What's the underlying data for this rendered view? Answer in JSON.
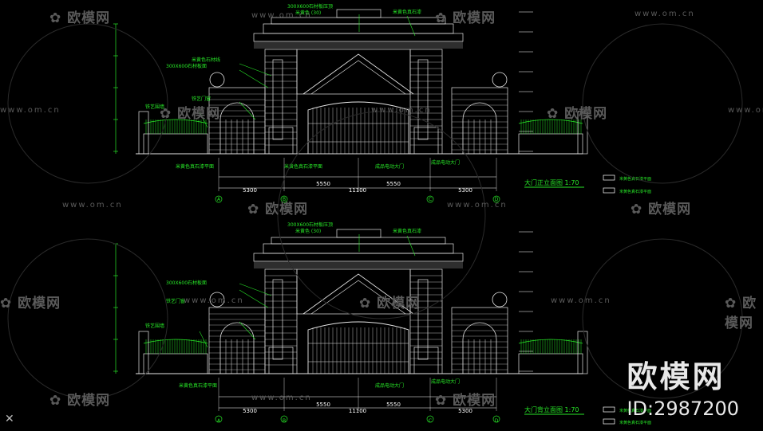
{
  "colors": {
    "background": "#000000",
    "line": "#e6e6e6",
    "annot": "#27e627",
    "dim": "#ffffff",
    "watermark": "#5a5a5a"
  },
  "watermark": {
    "brand_cn": "欧模网",
    "site": "www.om.cn"
  },
  "brand": {
    "name": "欧模网",
    "id": "ID:2987200"
  },
  "front": {
    "title": "大门正立面图 1:70",
    "dims": [
      "5300",
      "5550",
      "5550",
      "5300"
    ],
    "total": "11100",
    "axes": [
      "A",
      "B",
      "C",
      "D"
    ],
    "notes": {
      "n1": "300X600石材板压顶",
      "n2": "米黄色 (30)",
      "n3": "米黄色真石漆",
      "n4": "米黄色石材线",
      "n5": "300X600石材板面",
      "n6": "铁艺门窗",
      "n7": "铁艺围墙",
      "n8": "米黄色真石漆平面",
      "n9": "成品电动大门",
      "n10": "成品电动大门",
      "n11": "米黄色真石漆平面"
    },
    "legend": [
      "米黄色真石漆平面",
      "米黄色真石漆平面"
    ]
  },
  "back": {
    "title": "大门背立面图 1:70",
    "dims": [
      "5300",
      "5550",
      "5550",
      "5300"
    ],
    "total": "11100",
    "axes": [
      "A",
      "B",
      "C",
      "D"
    ],
    "notes": {
      "n1": "300X600石材板压顶",
      "n2": "米黄色 (30)",
      "n3": "米黄色真石漆",
      "n4": "300X600石材板面",
      "n5": "铁艺门窗",
      "n6": "铁艺围墙",
      "n7": "米黄色真石漆平面",
      "n8": "成品电动大门",
      "n9": "成品电动大门"
    },
    "legend": [
      "米黄色真石漆平面",
      "米黄色真石漆平面"
    ]
  }
}
